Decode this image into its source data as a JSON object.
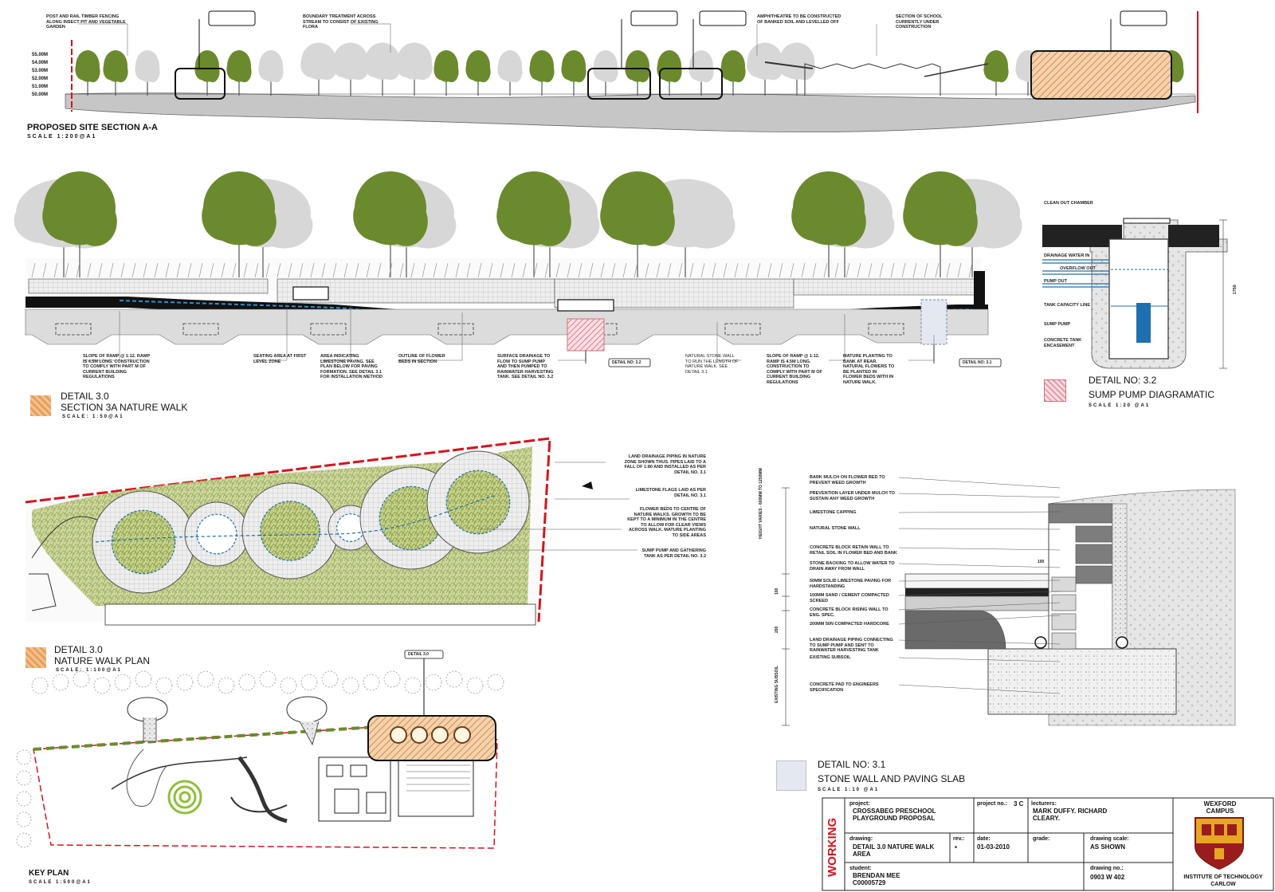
{
  "section_aa": {
    "title": "PROPOSED SITE SECTION A-A",
    "scale": "SCALE 1:200@A1",
    "levels": [
      "55.00m",
      "54.00m",
      "53.00m",
      "52.00m",
      "51.00m",
      "50.00m"
    ],
    "notes": [
      "POST AND RAIL TIMBER FENCING ALONG INSECT PIT AND VEGETABLE GARDEN",
      "BOUNDARY TREATMENT ACROSS STREAM TO CONSIST OF EXISTING FLORA",
      "AMPHITHEATRE TO BE CONSTRUCTED OF BANKED SOIL AND LEVELLED OFF",
      "SECTION OF SCHOOL CURRENTLY UNDER CONSTRUCTION"
    ]
  },
  "section_3a": {
    "detail": "DETAIL 3.0",
    "title": "SECTION 3A NATURE WALK",
    "scale": "SCALE: 1:50@A1",
    "notes": [
      "SLOPE OF RAMP @ 1:12. RAMP IS 4.5M LONG. CONSTRUCTION TO COMPLY WITH PART M OF CURRENT BUILDING REGULATIONS",
      "SEATING AREA AT FIRST LEVEL ZONE",
      "AREA INDICATING LIMESTONE PAVING. SEE PLAN BELOW FOR PAVING FORMATION. SEE DETAIL 3.1 FOR INSTALLATION METHOD",
      "OUTLINE OF FLOWER BEDS IN SECTION",
      "SURFACE DRAINAGE TO FLOW TO SUMP PUMP AND THEN PUMPED TO RAINWATER HARVESTING TANK. SEE DETAIL NO. 3.2",
      "NATURAL STONE WALL TO RUN THE LENGTH OF NATURE WALK. SEE DETAIL 3.1",
      "SLOPE OF RAMP @ 1:12. RAMP IS 4.5M LONG. CONSTRUCTION TO COMPLY WITH PART M OF CURRENT BUILDING REGULATIONS",
      "MATURE PLANTING TO BANK AT REAR. NATURAL FLOWERS TO BE PLANTED IN FLOWER BEDS WITH IN NATURE WALK."
    ],
    "tags": [
      "DETAIL NO: 3.2",
      "DETAIL NO: 3.1"
    ]
  },
  "sump": {
    "labels": [
      "CLEAN OUT CHAMBER",
      "DRAINAGE WATER IN",
      "OVERFLOW OUT",
      "PUMP OUT",
      "TANK CAPACITY LINE",
      "SUMP PUMP",
      "CONCRETE TANK ENCASEMENT"
    ],
    "dimension": "1750",
    "detail": "DETAIL NO: 3.2",
    "title": "SUMP PUMP DIAGRAMATIC",
    "scale": "SCALE 1:20 @A1"
  },
  "plan": {
    "detail": "DETAIL 3.0",
    "title": "NATURE WALK PLAN",
    "scale": "SCALE: 1:100@A1",
    "notes": [
      "LAND DRAINAGE PIPING IN NATURE ZONE SHOWN THUS. PIPES LAID TO A FALL OF 1:80 AND INSTALLED AS PER DETAIL NO. 3.1",
      "LIMESTONE FLAGS LAID AS PER DETAIL NO. 3.1",
      "FLOWER BEDS TO CENTRE OF NATURE WALKS. GROWTH TO BE KEPT TO A MINIMUM IN THE CENTRE TO ALLOW FOR CLEAR VIEWS ACROSS WALK. MATURE PLANTING TO SIDE AREAS",
      "SUMP PUMP AND GATHERING TANK AS PER DETAIL NO. 3.2"
    ]
  },
  "key_plan": {
    "title": "KEY PLAN",
    "scale": "SCALE 1:500@A1",
    "tag": "DETAIL 3.0"
  },
  "stone_wall": {
    "labels": [
      "BARK MULCH ON FLOWER BED TO PREVENT WEED GROWTH",
      "PREVENTION LAYER UNDER MULCH TO SUSTAIN ANY WEED GROWTH",
      "LIMESTONE CAPPING",
      "NATURAL STONE WALL",
      "CONCRETE BLOCK RETAIN WALL TO RETAIL SOIL IN FLOWER BED AND BANK",
      "STONE BACKING TO ALLOW WATER TO DRAIN AWAY FROM WALL",
      "50mm SOLID LIMESTONE PAVING FOR HARDSTANDING",
      "100mm SAND / CEMENT COMPACTED SCREED",
      "CONCRETE BLOCK RISING WALL TO ENG. SPEC.",
      "200mm 50N COMPACTED HARDCORE",
      "LAND DRAINAGE PIPING CONNECTING TO SUMP PUMP AND SENT TO RAINWATER HARVESTING TANK",
      "EXISTING SUBSOIL",
      "CONCRETE PAD TO ENGINEERS SPECIFICATION"
    ],
    "dims": [
      "HEIGHT VARIES - 600mm TO 1250mm",
      "100",
      "200",
      "EXISTING SUBSOIL",
      "100"
    ],
    "detail": "DETAIL NO: 3.1",
    "title": "STONE WALL AND PAVING SLAB",
    "scale": "SCALE 1:10 @A1"
  },
  "title_block": {
    "status": "WORKING",
    "project_label": "project:",
    "project": "CROSSABEG PRESCHOOL PLAYGROUND PROPOSAL",
    "project_no_label": "project no.:",
    "project_no": "3 C",
    "lecturers_label": "lecturers:",
    "lecturers": "MARK DUFFY. RICHARD CLEARY.",
    "drawing_label": "drawing:",
    "drawing": "DETAIL 3.0 NATURE WALK AREA",
    "rev_label": "rev.:",
    "rev": "*",
    "date_label": "date:",
    "date": "01-03-2010",
    "grade_label": "grade:",
    "scale_label": "drawing scale:",
    "scale": "AS SHOWN",
    "student_label": "student:",
    "student": "BRENDAN MEE C00005729",
    "drawing_no_label": "drawing no.:",
    "drawing_no": "0903 W 402",
    "campus": "WEXFORD CAMPUS",
    "institute": "INSTITUTE OF TECHNOLOGY CARLOW"
  },
  "colors": {
    "tree": "#6b8a2e",
    "tree_ghost": "#d7d7d7",
    "water": "#1f6fb0",
    "red_line": "#d4141e",
    "ground": "#c9c9c9",
    "hatch_orange": "#e8a060",
    "hatch_pink": "#e89aa4",
    "grass": "#a2b55a"
  }
}
